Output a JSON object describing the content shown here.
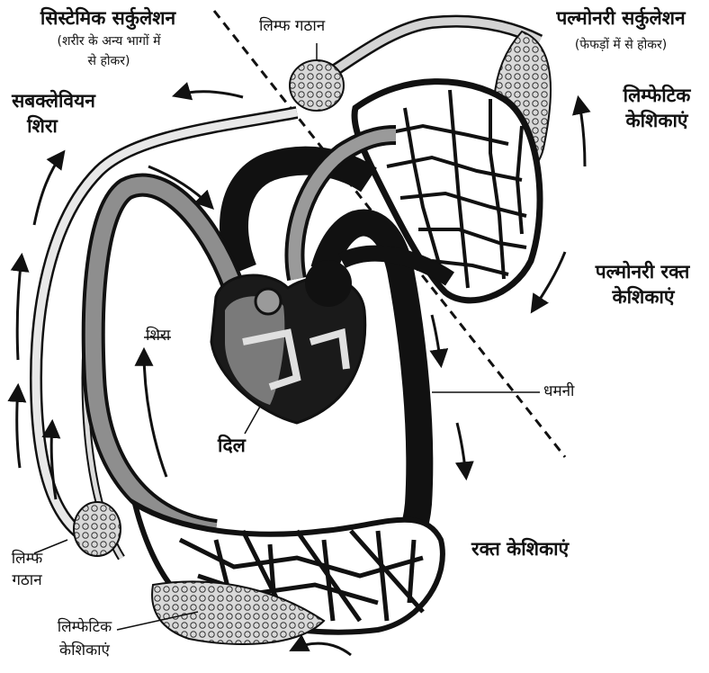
{
  "labels": {
    "systemic_title": "सिस्टेमिक सर्कुलेशन",
    "systemic_sub_1": "(शरीर के अन्य भागों में",
    "systemic_sub_2": "से होकर)",
    "pulmonary_title": "पल्मोनरी सर्कुलेशन",
    "pulmonary_sub": "(फेफड़ों में से होकर)",
    "lymph_node_top": "लिम्फ गठान",
    "subclavian_1": "सबक्लेवियन",
    "subclavian_2": "शिरा",
    "lymph_cap_right_1": "लिम्फेटिक",
    "lymph_cap_right_2": "केशिकाएं",
    "pulm_blood_cap_1": "पल्मोनरी रक्त",
    "pulm_blood_cap_2": "केशिकाएं",
    "vein": "शिरा",
    "artery": "धमनी",
    "heart": "दिल",
    "blood_cap": "रक्त केशिकाएं",
    "lymph_node_bottom_1": "लिम्फ",
    "lymph_node_bottom_2": "गठान",
    "lymph_cap_bottom_1": "लिम्फेटिक",
    "lymph_cap_bottom_2": "केशिकाएं"
  },
  "colors": {
    "ink": "#111111",
    "vessel_gray": "#6e6e6e",
    "light_gray": "#bdbdbd",
    "background": "#ffffff"
  }
}
